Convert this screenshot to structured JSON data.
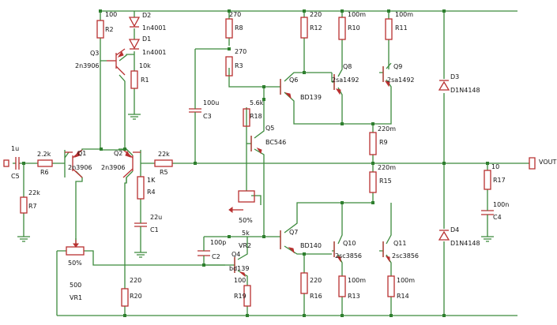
{
  "title": "",
  "components": {
    "C5": {
      "ref": "C5",
      "value": "1u"
    },
    "R6": {
      "ref": "R6",
      "value": "2.2k"
    },
    "R7": {
      "ref": "R7",
      "value": "22k"
    },
    "Q1": {
      "ref": "Q1",
      "value": "2n3906"
    },
    "Q2": {
      "ref": "Q2",
      "value": "2n3906"
    },
    "R5": {
      "ref": "R5",
      "value": "22k"
    },
    "R2": {
      "ref": "R2",
      "value": "100"
    },
    "D2": {
      "ref": "D2",
      "value": "1n4001"
    },
    "D1": {
      "ref": "D1",
      "value": "1n4001"
    },
    "Q3": {
      "ref": "Q3",
      "value": "2n3906"
    },
    "R1": {
      "ref": "R1",
      "value": "10k"
    },
    "R4": {
      "ref": "R4",
      "value": "1K"
    },
    "C1": {
      "ref": "C1",
      "value": "22u"
    },
    "VR1": {
      "ref": "VR1",
      "value": "500",
      "wiper": "50%"
    },
    "R20": {
      "ref": "R20",
      "value": "220"
    },
    "R8": {
      "ref": "R8",
      "value": "270"
    },
    "R3": {
      "ref": "R3",
      "value": "270"
    },
    "C3": {
      "ref": "C3",
      "value": "100u"
    },
    "R18": {
      "ref": "R18",
      "value": "5.6k"
    },
    "Q5": {
      "ref": "Q5",
      "value": "BC546"
    },
    "VR2": {
      "ref": "VR2",
      "value": "5k",
      "wiper": "50%"
    },
    "C2": {
      "ref": "C2",
      "value": "100p"
    },
    "Q4": {
      "ref": "Q4",
      "value": "bd139"
    },
    "R19": {
      "ref": "R19",
      "value": "100"
    },
    "R12": {
      "ref": "R12",
      "value": "220"
    },
    "R10": {
      "ref": "R10",
      "value": "100m"
    },
    "R11": {
      "ref": "R11",
      "value": "100m"
    },
    "Q6": {
      "ref": "Q6",
      "value": "BD139"
    },
    "Q8": {
      "ref": "Q8",
      "value": "2sa1492"
    },
    "Q9": {
      "ref": "Q9",
      "value": "2sa1492"
    },
    "R9": {
      "ref": "R9",
      "value": "220m"
    },
    "R15": {
      "ref": "R15",
      "value": "220m"
    },
    "Q7": {
      "ref": "Q7",
      "value": "BD140"
    },
    "Q10": {
      "ref": "Q10",
      "value": "2sc3856"
    },
    "Q11": {
      "ref": "Q11",
      "value": "2sc3856"
    },
    "R16": {
      "ref": "R16",
      "value": "220"
    },
    "R13": {
      "ref": "R13",
      "value": "100m"
    },
    "R14": {
      "ref": "R14",
      "value": "100m"
    },
    "D3": {
      "ref": "D3",
      "value": "D1N4148"
    },
    "D4": {
      "ref": "D4",
      "value": "D1N4148"
    },
    "R17": {
      "ref": "R17",
      "value": "10"
    },
    "C4": {
      "ref": "C4",
      "value": "100n"
    }
  },
  "ports": {
    "output": "VOUT"
  },
  "colors": {
    "wire": "#3c8a3c",
    "component": "#b83030",
    "junction": "#2f7f2f",
    "text": "#111111"
  }
}
